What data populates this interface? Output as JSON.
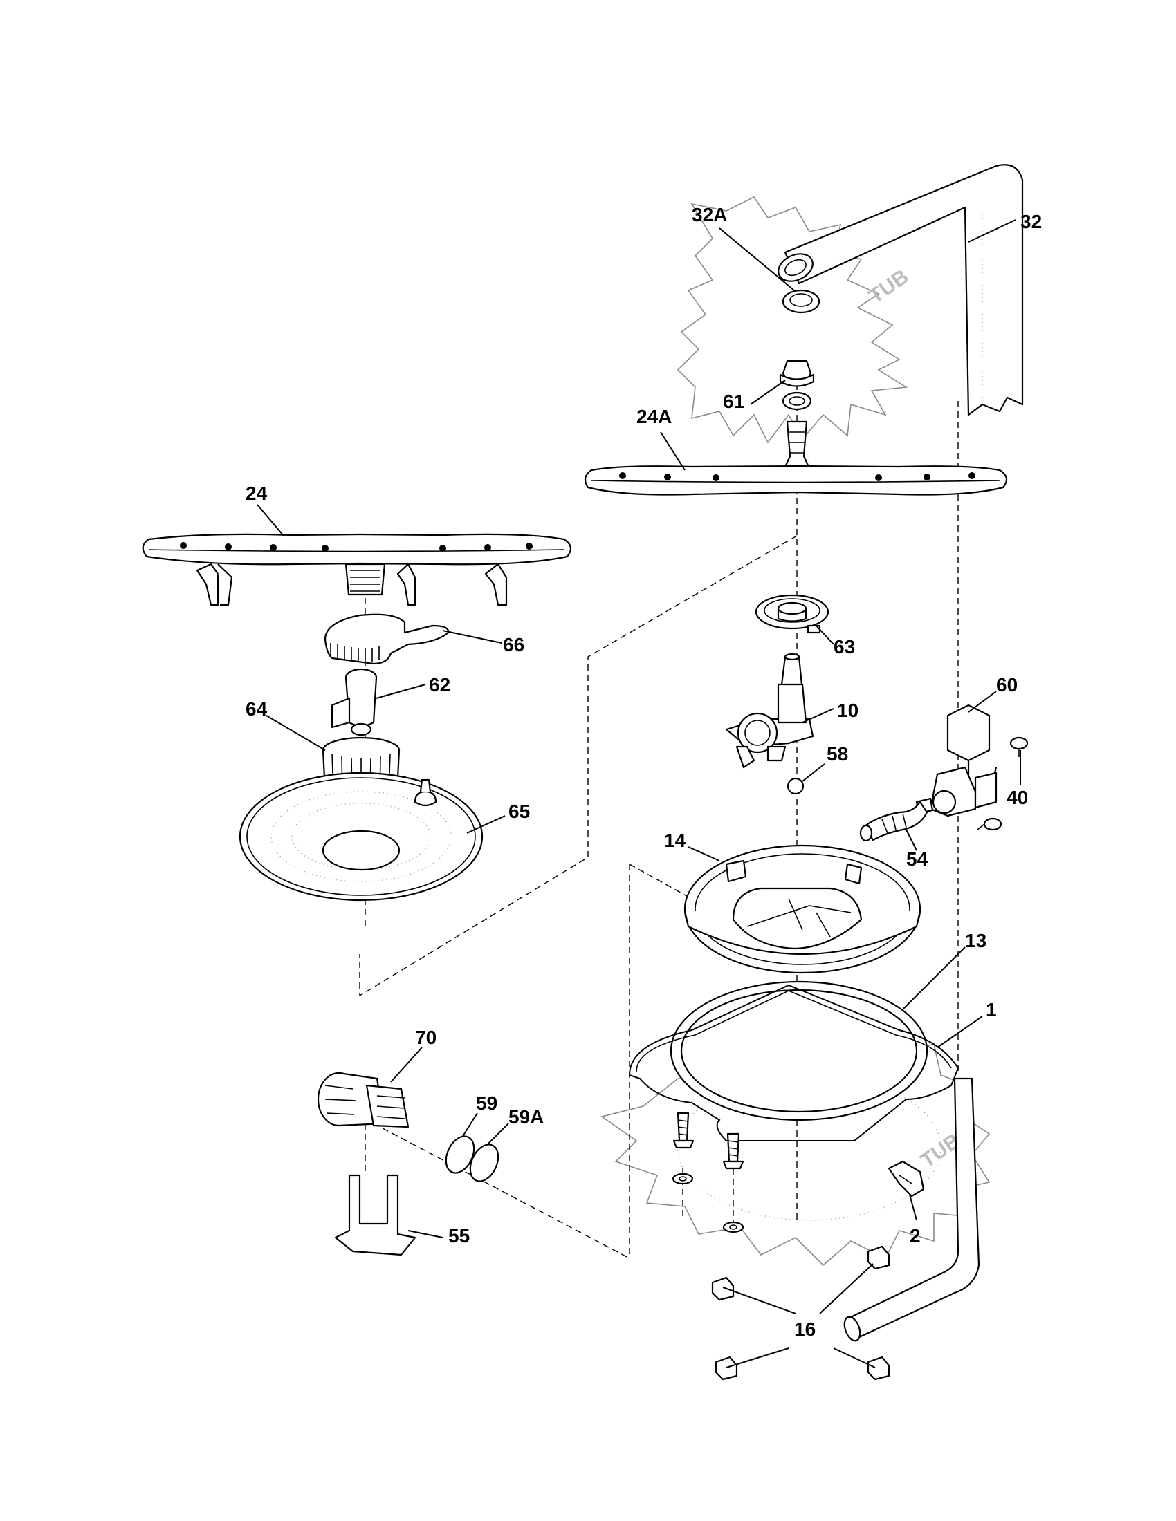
{
  "tub_label": "TUB",
  "callouts": {
    "c32": "32",
    "c32A": "32A",
    "c61": "61",
    "c24A": "24A",
    "c24": "24",
    "c66": "66",
    "c63": "63",
    "c62": "62",
    "c64": "64",
    "c10": "10",
    "c60": "60",
    "c58": "58",
    "c65": "65",
    "c40": "40",
    "c54": "54",
    "c14": "14",
    "c13": "13",
    "c1": "1",
    "c70": "70",
    "c59": "59",
    "c59A": "59A",
    "c2": "2",
    "c55": "55",
    "c16": "16"
  }
}
